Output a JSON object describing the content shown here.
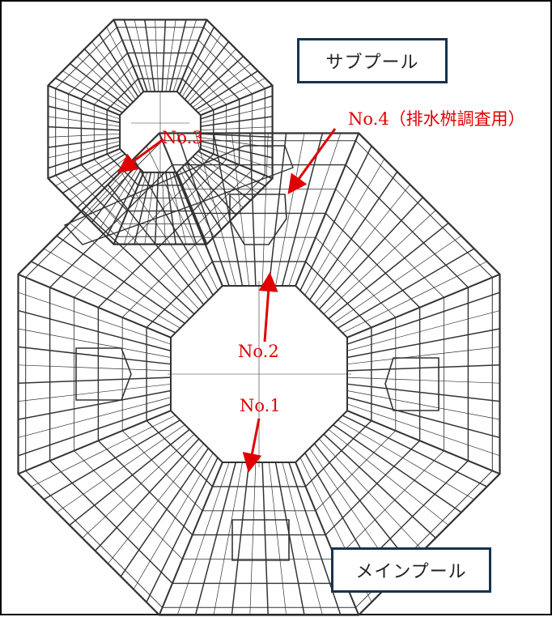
{
  "colors": {
    "annotation": "#e00000",
    "box_border": "#17324d",
    "linework": "#333333"
  },
  "pool_labels": {
    "sub": "サブプール",
    "main": "メインプール"
  },
  "callouts": {
    "no1": "No.1",
    "no2": "No.2",
    "no3": "No.3",
    "no4": "No.4（排水桝調査用）"
  }
}
